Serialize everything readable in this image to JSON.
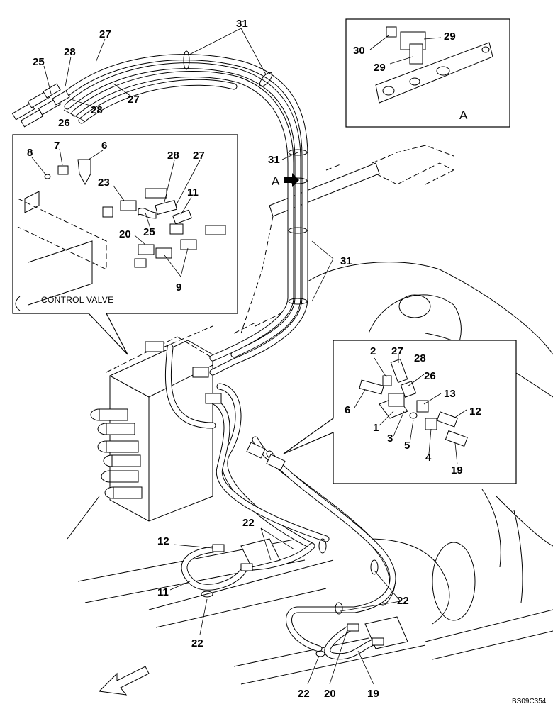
{
  "diagram": {
    "code": "BS09C354",
    "detail_label": "A",
    "view_marker": "A",
    "control_valve_label": "CONTROL VALVE"
  },
  "callouts": {
    "c31_top": "31",
    "c27_top": "27",
    "c28_top": "28",
    "c25_top": "25",
    "c27_mid": "27",
    "c28_mid": "28",
    "c26_top": "26",
    "c30": "30",
    "c29_a": "29",
    "c29_b": "29",
    "c8": "8",
    "c7": "7",
    "c6_cv": "6",
    "c23": "23",
    "c28_cv": "28",
    "c27_cv": "27",
    "c11_cv": "11",
    "c25_cv": "25",
    "c20_cv": "20",
    "c9": "9",
    "c31_mid": "31",
    "c31_low": "31",
    "c2": "2",
    "c27_r": "27",
    "c28_r": "28",
    "c26_r": "26",
    "c6_r": "6",
    "c13": "13",
    "c12_r": "12",
    "c1": "1",
    "c3": "3",
    "c5": "5",
    "c4": "4",
    "c19_r": "19",
    "c22_a": "22",
    "c12_b": "12",
    "c11_b": "11",
    "c22_b": "22",
    "c22_c": "22",
    "c22_d": "22",
    "c20_b": "20",
    "c19_b": "19"
  }
}
